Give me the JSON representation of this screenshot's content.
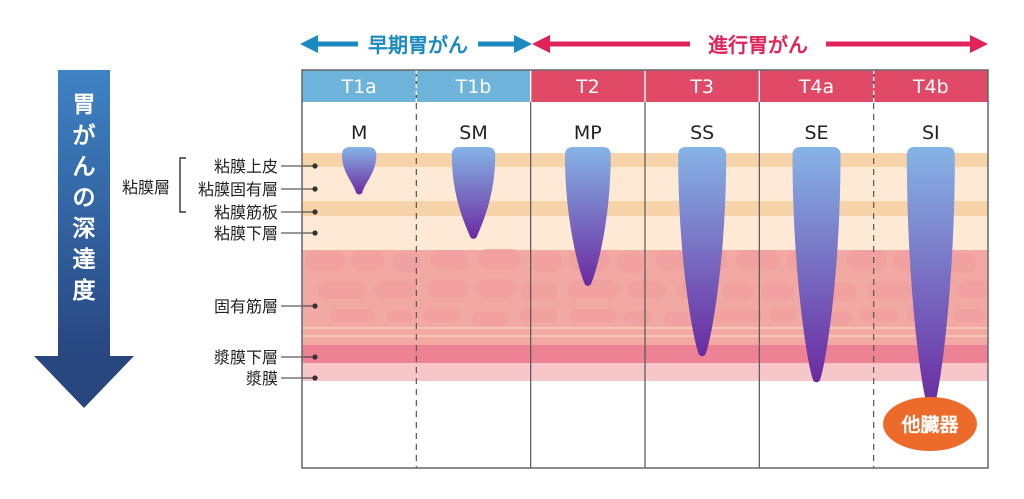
{
  "depth_arrow": {
    "label": "胃がんの深達度",
    "color": "#2d5a9c"
  },
  "phase_header": {
    "early": {
      "label": "早期胃がん",
      "color": "#1a8ac0"
    },
    "advanced": {
      "label": "進行胃がん",
      "color": "#e0245a"
    }
  },
  "stages": [
    {
      "code": "T1a",
      "abbr": "M",
      "header_color": "#6db3da",
      "phase": "early",
      "depth": 0.18,
      "cone_top_width": 0.3
    },
    {
      "code": "T1b",
      "abbr": "SM",
      "header_color": "#6db3da",
      "phase": "early",
      "depth": 0.35,
      "cone_top_width": 0.38
    },
    {
      "code": "T2",
      "abbr": "MP",
      "header_color": "#e04a67",
      "phase": "advanced",
      "depth": 0.53,
      "cone_top_width": 0.4
    },
    {
      "code": "T3",
      "abbr": "SS",
      "header_color": "#e04a67",
      "phase": "advanced",
      "depth": 0.8,
      "cone_top_width": 0.42
    },
    {
      "code": "T4a",
      "abbr": "SE",
      "header_color": "#e04a67",
      "phase": "advanced",
      "depth": 0.9,
      "cone_top_width": 0.42
    },
    {
      "code": "T4b",
      "abbr": "SI",
      "header_color": "#e04a67",
      "phase": "advanced",
      "depth": 1.0,
      "cone_top_width": 0.42
    }
  ],
  "mucosa_group_label": "粘膜層",
  "layers": [
    {
      "name": "粘膜上皮",
      "color": "#f7d3aa"
    },
    {
      "name": "粘膜固有層",
      "color": "#fde9d4"
    },
    {
      "name": "粘膜筋板",
      "color": "#f7d3aa"
    },
    {
      "name": "粘膜下層",
      "color": "#fde9d4"
    },
    {
      "name": "固有筋層",
      "color": "#f3a9a3"
    },
    {
      "name": "漿膜下層",
      "color": "#ec8294"
    },
    {
      "name": "漿膜",
      "color": "#f7c6c9"
    }
  ],
  "other_organ": {
    "label": "他臓器",
    "color": "#ec6b2a"
  },
  "tumor_gradient": {
    "top": "#86b4e6",
    "bottom": "#6a2aa0"
  },
  "muscle_blob_color": "#f0a1a0"
}
